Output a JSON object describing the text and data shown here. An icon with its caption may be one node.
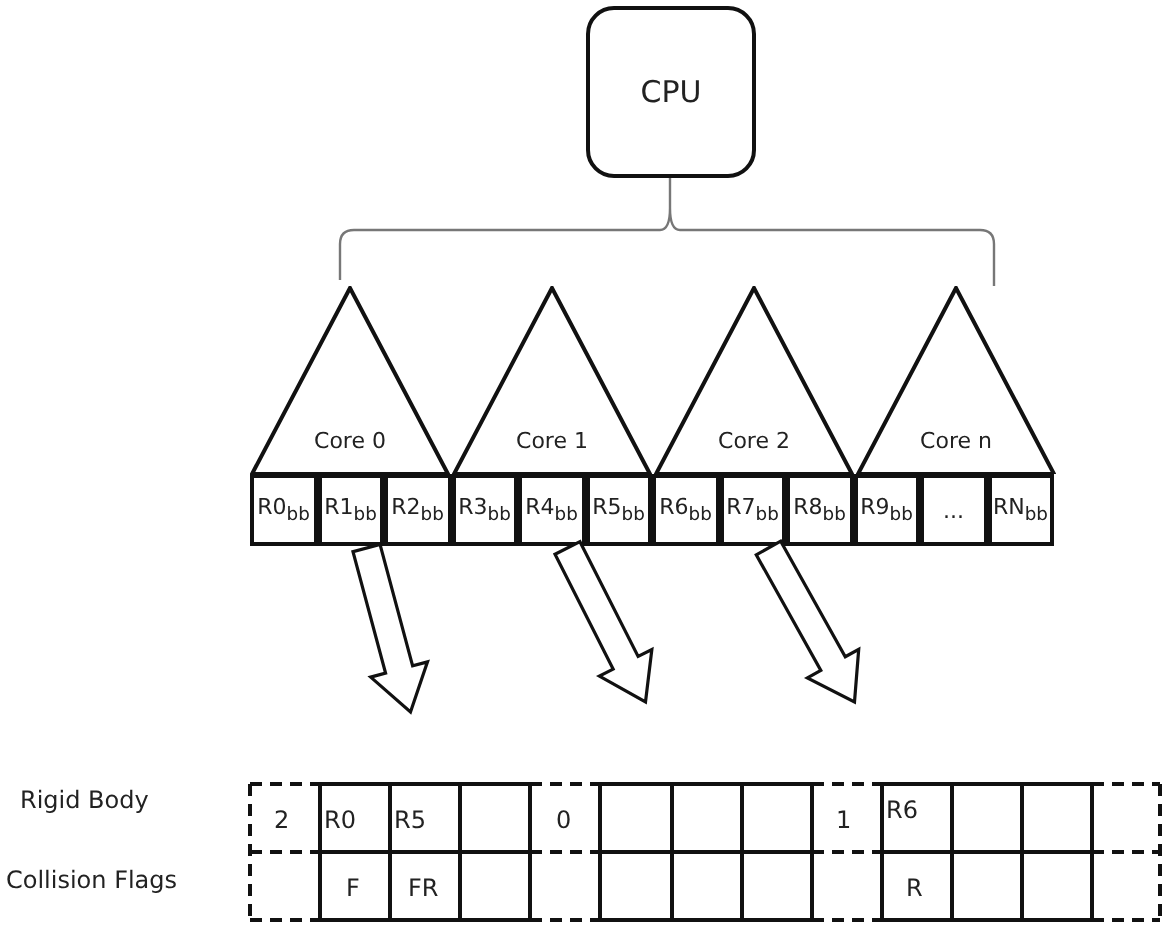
{
  "diagram": {
    "nodes": [
      {
        "text": [
          "CPU"
        ]
      },
      {
        "text": [
          "Core 0"
        ]
      },
      {
        "text": [
          "Core 1"
        ]
      },
      {
        "text": [
          "Core 2"
        ]
      },
      {
        "text": [
          "Core n"
        ]
      },
      {
        "text": [
          "R0$_{bb}$"
        ]
      },
      {
        "text": [
          "R1$_{bb}$"
        ]
      },
      {
        "text": [
          "R2$_{bb}$"
        ]
      },
      {
        "text": [
          "R3$_{bb}$"
        ]
      },
      {
        "text": [
          "R4$_{bb}$"
        ]
      },
      {
        "text": [
          "R5$_{bb}$"
        ]
      },
      {
        "text": [
          "R6$_{bb}$"
        ]
      },
      {
        "text": [
          "R7$_{bb}$"
        ]
      },
      {
        "text": [
          "R8$_{bb}$"
        ]
      },
      {
        "text": [
          "R9$_{bb}$"
        ]
      },
      {
        "text": [
          "..."
        ]
      },
      {
        "text": [
          "RN$_{bb}$"
        ]
      }
    ],
    "edges": [
      {
        "from": 6,
        "to": null,
        "arrow": "to",
        "style": "thick"
      },
      {
        "from": 9,
        "to": null,
        "arrow": "to",
        "style": "thick"
      },
      {
        "from": 12,
        "to": null,
        "arrow": "to",
        "style": "thick"
      }
    ],
    "labels": [
      "Rigid Body",
      "2",
      "R0",
      "R5",
      "0",
      "1",
      "R6",
      "Collision Flags",
      "F",
      "FR",
      "R"
    ]
  }
}
